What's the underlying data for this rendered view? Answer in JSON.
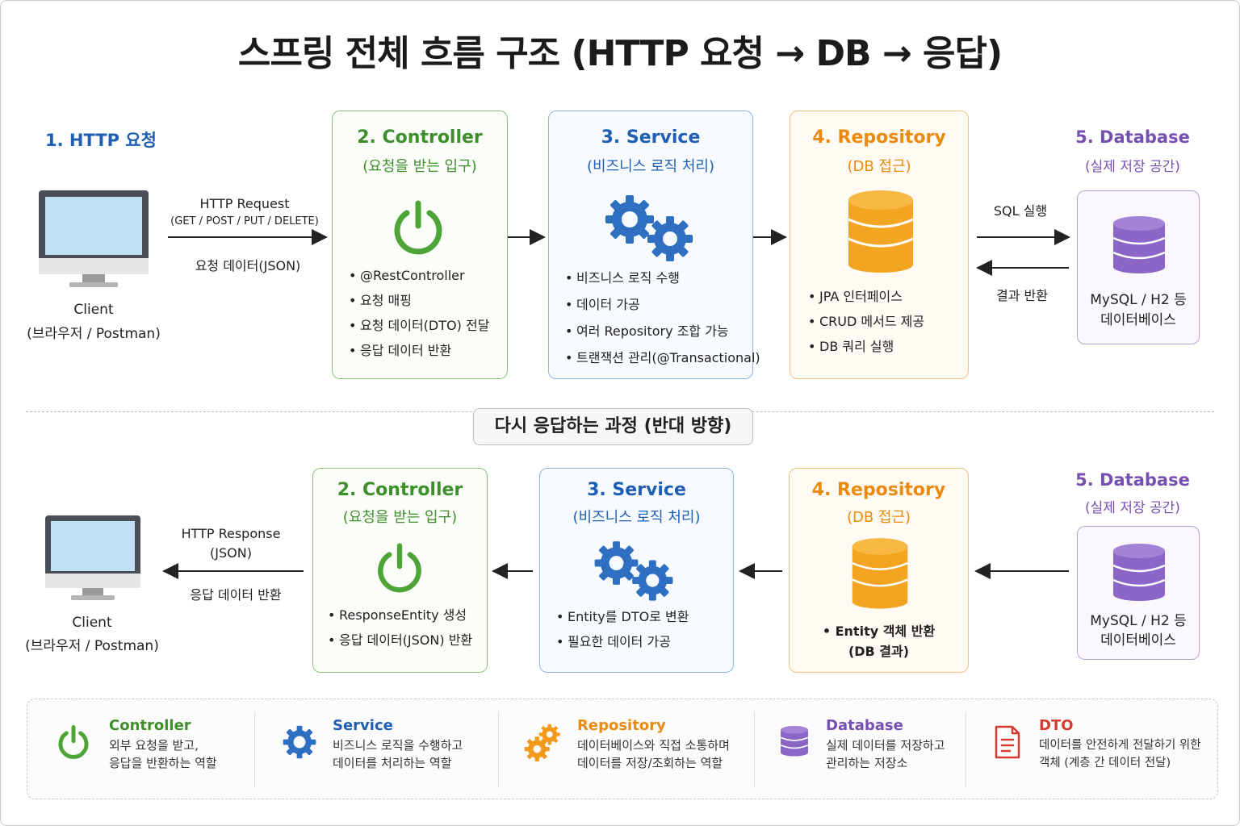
{
  "title": "스프링 전체 흐름 구조 (HTTP 요청 → DB → 응답)",
  "colors": {
    "controller": "#3e8f2b",
    "service": "#1f5fb3",
    "repository": "#ea8a0f",
    "database": "#7650b0",
    "dto": "#d63a2f"
  },
  "top": {
    "http_title": "1. HTTP 요청",
    "client_label": "Client",
    "client_sub": "(브라우저 / Postman)",
    "arrow_label": "HTTP Request",
    "arrow_methods": "(GET / POST / PUT / DELETE)",
    "arrow_data": "요청 데이터(JSON)",
    "controller": {
      "title": "2. Controller",
      "subtitle": "(요청을 받는 입구)",
      "icon": "power-icon",
      "items": [
        "@RestController",
        "요청 매핑",
        "요청 데이터(DTO) 전달",
        "응답 데이터 반환"
      ]
    },
    "service": {
      "title": "3. Service",
      "subtitle": "(비즈니스 로직 처리)",
      "icon": "gears-icon",
      "items": [
        "비즈니스 로직 수행",
        "데이터 가공",
        "여러 Repository 조합 가능",
        "트랜잭션 관리(@Transactional)"
      ]
    },
    "repository": {
      "title": "4. Repository",
      "subtitle": "(DB 접근)",
      "icon": "database-icon",
      "items": [
        "JPA 인터페이스",
        "CRUD 메서드 제공",
        "DB 쿼리 실행"
      ]
    },
    "sql_label": "SQL 실행",
    "result_label": "결과 반환",
    "database": {
      "title": "5. Database",
      "subtitle": "(실제 저장 공간)",
      "line1": "MySQL / H2 등",
      "line2": "데이터베이스"
    }
  },
  "divider_label": "다시 응답하는 과정 (반대 방향)",
  "bottom": {
    "client_label": "Client",
    "client_sub": "(브라우저 / Postman)",
    "arrow_label": "HTTP Response",
    "arrow_format": "(JSON)",
    "arrow_data": "응답 데이터 반환",
    "controller": {
      "title": "2. Controller",
      "subtitle": "(요청을 받는 입구)",
      "items": [
        "ResponseEntity 생성",
        "응답 데이터(JSON) 반환"
      ]
    },
    "service": {
      "title": "3. Service",
      "subtitle": "(비즈니스 로직 처리)",
      "items": [
        "Entity를 DTO로 변환",
        "필요한 데이터 가공"
      ]
    },
    "repository": {
      "title": "4. Repository",
      "subtitle": "(DB 접근)",
      "item_line1": "Entity 객체 반환",
      "item_line2": "(DB 결과)"
    },
    "database": {
      "title": "5. Database",
      "subtitle": "(실제 저장 공간)",
      "line1": "MySQL / H2 등",
      "line2": "데이터베이스"
    }
  },
  "legend": [
    {
      "title": "Controller",
      "desc": "외부 요청을 받고,\n응답을 반환하는 역할",
      "icon": "power-icon"
    },
    {
      "title": "Service",
      "desc": "비즈니스 로직을 수행하고\n데이터를 처리하는 역할",
      "icon": "gear-icon"
    },
    {
      "title": "Repository",
      "desc": "데이터베이스와 직접 소통하며\n데이터를 저장/조회하는 역할",
      "icon": "gears-icon"
    },
    {
      "title": "Database",
      "desc": "실제 데이터를 저장하고\n관리하는 저장소",
      "icon": "database-icon"
    },
    {
      "title": "DTO",
      "desc": "데이터를 안전하게 전달하기 위한\n객체 (계층 간 데이터 전달)",
      "icon": "document-icon"
    }
  ]
}
